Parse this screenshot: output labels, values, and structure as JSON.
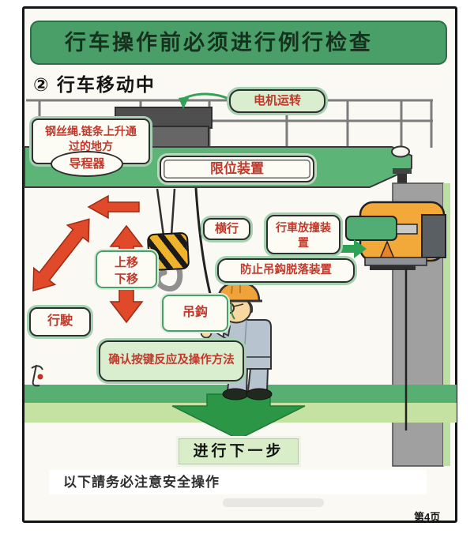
{
  "header": {
    "title": "行车操作前必须进行例行检查"
  },
  "subtitle": {
    "marker": "②",
    "text": "行车移动中"
  },
  "callouts": {
    "motor": "电机运转",
    "rope_line1": "钢丝绳.链条上升通",
    "rope_line2": "过的地方",
    "guide": "导程器",
    "limit": "限位装置",
    "traverse": "横行",
    "collision_line1": "行車放撞装",
    "collision_line2": "置",
    "move_up": "上移",
    "move_down": "下移",
    "hook": "吊鈎",
    "hook_drop_prevention": "防止吊鈎脱落装置",
    "travel": "行駛",
    "confirm_buttons": "确认按键反应及操作方法"
  },
  "footer": {
    "next_step": "进行下一步",
    "safety_note": "以下請务必注意安全操作",
    "page_number": "第4页"
  },
  "colors": {
    "banner_green": "#4a9f68",
    "callout_text_red": "#c0392b",
    "arrow_red": "#e0492a",
    "arrow_green": "#2b9746",
    "girder_green": "#5cb477",
    "floor_dark_green": "#57b072",
    "floor_light_green": "#c6e2a3",
    "hoist_yellow": "#f2a93a"
  }
}
